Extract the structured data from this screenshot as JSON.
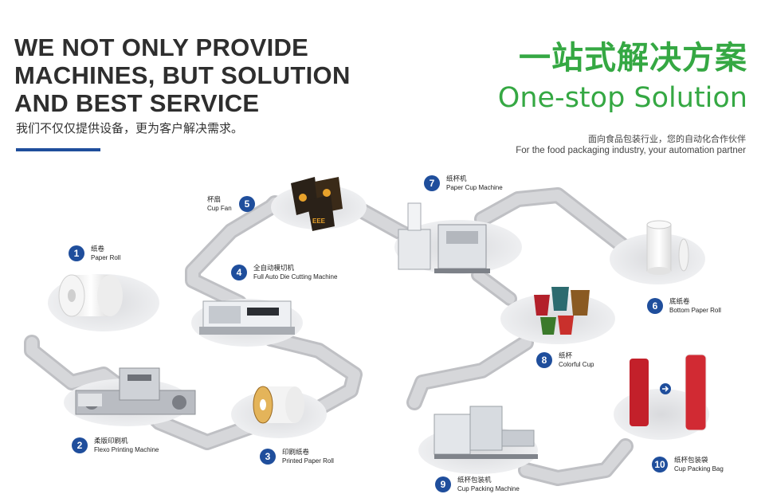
{
  "header": {
    "headline_lines": [
      "WE NOT ONLY PROVIDE",
      "MACHINES, BUT SOLUTION",
      "AND BEST SERVICE"
    ],
    "headline_cn": "我们不仅仅提供设备，更为客户解决需求。",
    "cn_title": "一站式解决方案",
    "en_title": "One-stop Solution",
    "sub_cn": "面向食品包装行业，您的自动化合作伙伴",
    "sub_en": "For the food packaging industry, your automation partner"
  },
  "colors": {
    "brand_blue": "#1f4e9c",
    "brand_green": "#35a843",
    "track_gray": "#c9cacd",
    "headline_gray": "#2e2e2e"
  },
  "steps": [
    {
      "num": "1",
      "cn": "纸卷",
      "en": "Paper Roll",
      "icon": "paper-roll-icon"
    },
    {
      "num": "2",
      "cn": "柔版印刷机",
      "en": "Flexo Printing Machine",
      "icon": "flexo-printer-icon"
    },
    {
      "num": "3",
      "cn": "印刷纸卷",
      "en": "Printed Paper Roll",
      "icon": "printed-roll-icon"
    },
    {
      "num": "4",
      "cn": "全自动模切机",
      "en": "Full Auto Die Cutting Machine",
      "icon": "die-cutter-icon"
    },
    {
      "num": "5",
      "cn": "杯扇",
      "en": "Cup Fan",
      "icon": "cup-fan-icon"
    },
    {
      "num": "6",
      "cn": "底纸卷",
      "en": "Bottom Paper Roll",
      "icon": "bottom-roll-icon"
    },
    {
      "num": "7",
      "cn": "纸杯机",
      "en": "Paper Cup Machine",
      "icon": "cup-machine-icon"
    },
    {
      "num": "8",
      "cn": "纸杯",
      "en": "Colorful Cup",
      "icon": "colorful-cups-icon"
    },
    {
      "num": "9",
      "cn": "纸杯包装机",
      "en": "Cup Packing Machine",
      "icon": "packing-machine-icon"
    },
    {
      "num": "10",
      "cn": "纸杯包装袋",
      "en": "Cup Packing Bag",
      "icon": "packing-bag-icon"
    }
  ],
  "cup_fan_text": "EEE"
}
